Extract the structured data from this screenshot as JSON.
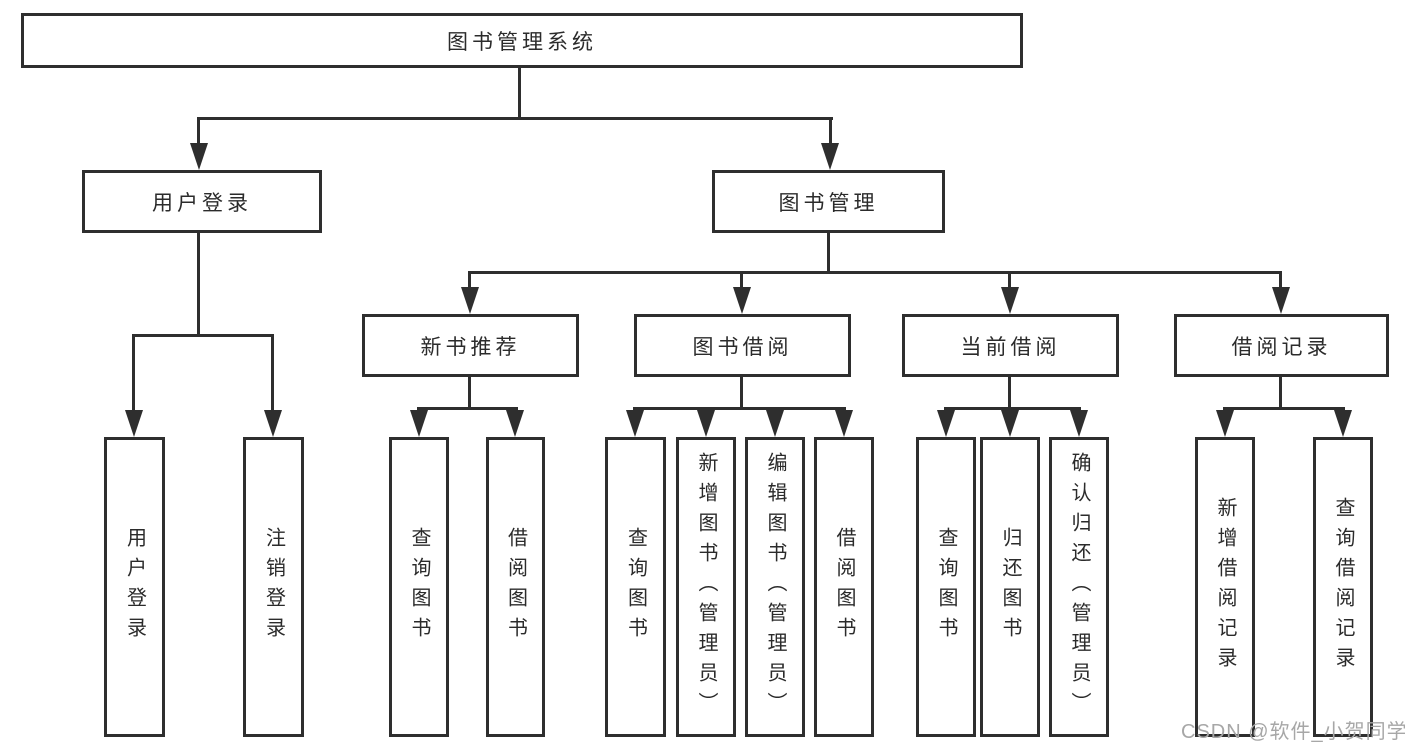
{
  "colors": {
    "line": "#2e2e2e",
    "text": "#2b2b2b",
    "watermark": "#a7a7a7",
    "bg": "#ffffff"
  },
  "tree": {
    "root": {
      "label": "图书管理系统",
      "children": [
        {
          "label": "用户登录",
          "children": [
            {
              "label": "用户登录"
            },
            {
              "label": "注销登录"
            }
          ]
        },
        {
          "label": "图书管理",
          "children": [
            {
              "label": "新书推荐",
              "children": [
                {
                  "label": "查询图书"
                },
                {
                  "label": "借阅图书"
                }
              ]
            },
            {
              "label": "图书借阅",
              "children": [
                {
                  "label": "查询图书"
                },
                {
                  "label": "新增图书（管理员）"
                },
                {
                  "label": "编辑图书（管理员）"
                },
                {
                  "label": "借阅图书"
                }
              ]
            },
            {
              "label": "当前借阅",
              "children": [
                {
                  "label": "查询图书"
                },
                {
                  "label": "归还图书"
                },
                {
                  "label": "确认归还（管理员）"
                }
              ]
            },
            {
              "label": "借阅记录",
              "children": [
                {
                  "label": "新增借阅记录"
                },
                {
                  "label": "查询借阅记录"
                }
              ]
            }
          ]
        }
      ]
    }
  },
  "watermark": {
    "text": "CSDN @软件_小贺同学"
  }
}
